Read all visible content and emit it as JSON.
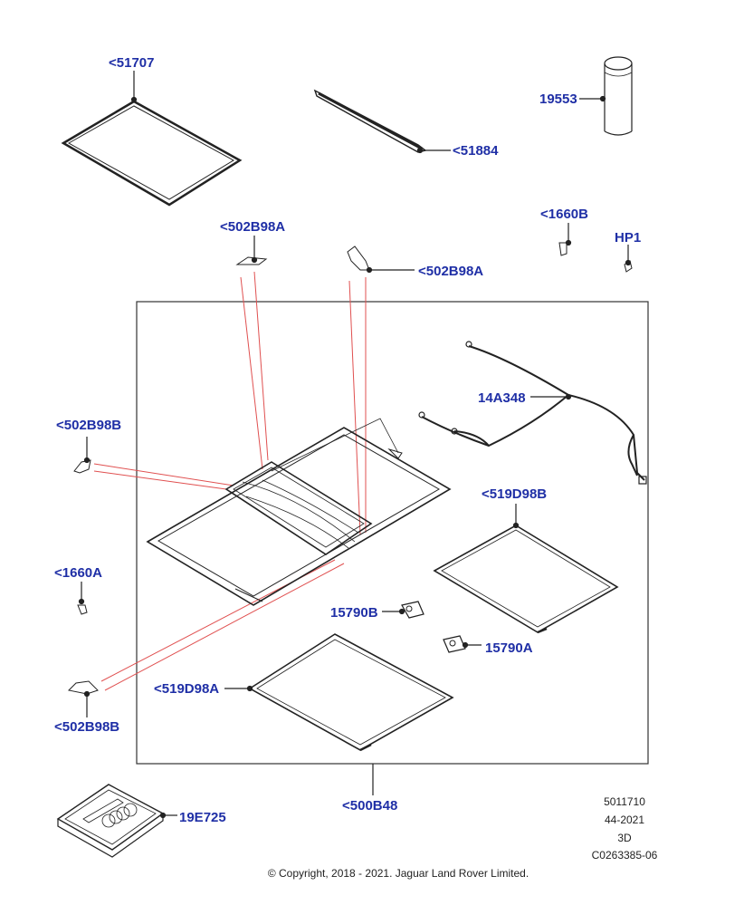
{
  "callouts": {
    "c51707": "<51707",
    "c51884": "<51884",
    "c19553": "19553",
    "c502b98a_top": "<502B98A",
    "c502b98a_right": "<502B98A",
    "c1660b": "<1660B",
    "hp1": "HP1",
    "c14a348": "14A348",
    "c502b98b_top": "<502B98B",
    "c519d98b": "<519D98B",
    "c1660a": "<1660A",
    "c15790b": "15790B",
    "c15790a": "15790A",
    "c519d98a": "<519D98A",
    "c502b98b_bottom": "<502B98B",
    "c500b48": "<500B48",
    "c19e725": "19E725"
  },
  "meta": {
    "ref": "5011710",
    "date": "44-2021",
    "view": "3D",
    "code": "C0263385-06"
  },
  "copyright": "© Copyright, 2018 - 2021. Jaguar Land Rover Limited.",
  "colors": {
    "callout_text": "#1f2fa6",
    "line": "#222222",
    "guide": "#e05050"
  }
}
